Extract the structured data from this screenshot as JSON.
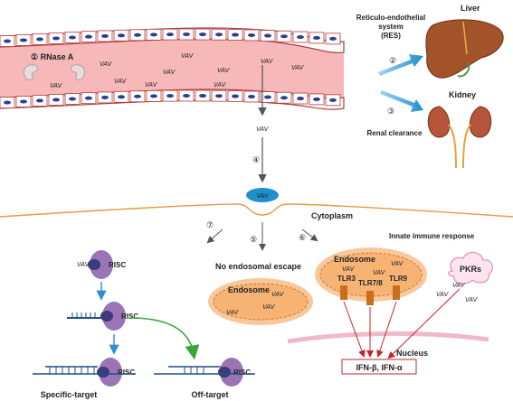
{
  "labels": {
    "rnase": "① RNase A",
    "res_line1": "Reticulo-endothelial",
    "res_line2": "system",
    "res_line3": "(RES)",
    "liver": "Liver",
    "kidney": "Kidney",
    "renal": "Renal clearance",
    "step2": "②",
    "step3": "③",
    "step4": "④",
    "step5": "⑤",
    "step6": "⑥",
    "step7": "⑦",
    "cytoplasm": "Cytoplasm",
    "no_escape": "No endosomal escape",
    "endosome_left": "Endosome",
    "innate": "Innate immune response",
    "endosome_right": "Endosome",
    "tlr3": "TLR3",
    "tlr78": "TLR7/8",
    "tlr9": "TLR9",
    "pkrs": "PKRs",
    "nucleus": "Nucleus",
    "ifn": "IFN-β, IFN-α",
    "risc1": "RISC",
    "risc2": "RISC",
    "risc3": "RISC",
    "risc4": "RISC",
    "specific": "Specific-target",
    "offtarget": "Off-target",
    "sirna": "VAV"
  },
  "colors": {
    "vessel_fill": "#f6b8b8",
    "vessel_cell": "#ffffff",
    "vessel_nucleus": "#2c3f8f",
    "endosome_fill": "#f9c79a",
    "risc_fill": "#9a74b4",
    "sirna": "#2f6fb0",
    "cell_membrane": "#e59a45",
    "arrow_blue": "#2a8fd4",
    "arrow_red": "#c0272d",
    "arrow_green": "#3aa53a",
    "liver": "#a3532a",
    "kidney": "#b5553a"
  }
}
